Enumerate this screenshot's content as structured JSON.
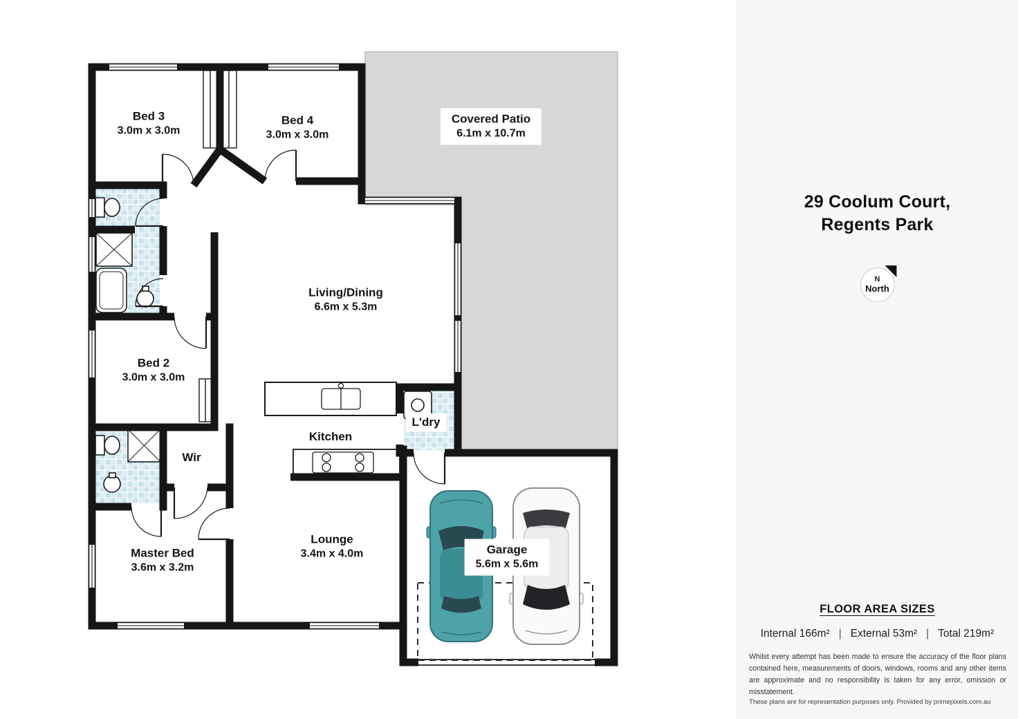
{
  "plan": {
    "rooms": {
      "bed3": {
        "name": "Bed 3",
        "dims": "3.0m x 3.0m"
      },
      "bed4": {
        "name": "Bed 4",
        "dims": "3.0m x 3.0m"
      },
      "patio": {
        "name": "Covered Patio",
        "dims": "6.1m x 10.7m"
      },
      "living": {
        "name": "Living/Dining",
        "dims": "6.6m x 5.3m"
      },
      "bed2": {
        "name": "Bed 2",
        "dims": "3.0m x 3.0m"
      },
      "kitchen": {
        "name": "Kitchen"
      },
      "laundry": {
        "name": "L'dry"
      },
      "wir": {
        "name": "Wir"
      },
      "master": {
        "name": "Master Bed",
        "dims": "3.6m x 3.2m"
      },
      "lounge": {
        "name": "Lounge",
        "dims": "3.4m x 4.0m"
      },
      "garage": {
        "name": "Garage",
        "dims": "5.6m x 5.6m"
      }
    },
    "colors": {
      "wall": "#161616",
      "patio_fill": "#d7d7d5",
      "tile_fill": "#c8e3eb",
      "car_teal": "#4ea3a9"
    }
  },
  "panel": {
    "title_line1": "29 Coolum Court,",
    "title_line2": "Regents Park",
    "compass_n": "N",
    "compass_label": "North",
    "floor_area_heading": "FLOOR AREA SIZES",
    "area_internal": "Internal 166m²",
    "area_external": "External 53m²",
    "area_total": "Total 219m²",
    "separator": "|",
    "disclaimer": "Whilst every attempt has been made to ensure the accuracy of the floor plans contained here, measurements of doors, windows, rooms and any other items are approximate and no responsibility is taken for any error, omission or misstatement.",
    "footer": "These plans are for representation purposes only. Provided by primepixels.com.au"
  }
}
